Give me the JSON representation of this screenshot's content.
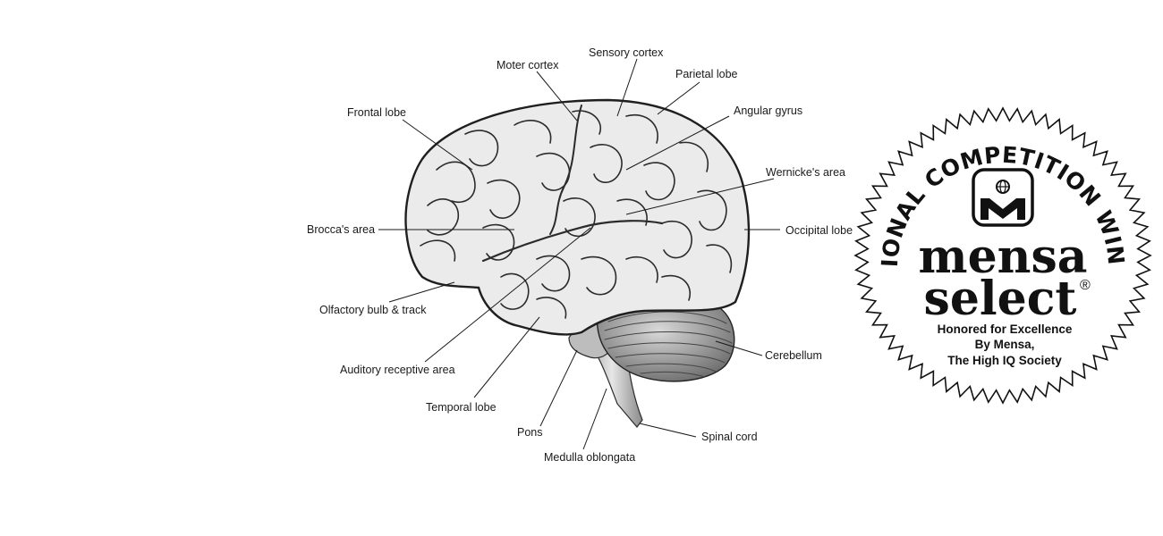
{
  "diagram": {
    "labels": {
      "sensory_cortex": "Sensory cortex",
      "moter_cortex": "Moter cortex",
      "parietal_lobe": "Parietal lobe",
      "frontal_lobe": "Frontal lobe",
      "angular_gyrus": "Angular gyrus",
      "wernickes_area": "Wernicke's area",
      "brocas_area": "Brocca's area",
      "occipital_lobe": "Occipital lobe",
      "olfactory_bulb": "Olfactory bulb & track",
      "cerebellum": "Cerebellum",
      "auditory_area": "Auditory  receptive area",
      "temporal_lobe": "Temporal lobe",
      "pons": "Pons",
      "spinal_cord": "Spinal cord",
      "medulla": "Medulla oblongata"
    }
  },
  "seal": {
    "arc_text": "NATIONAL COMPETITION WINNER",
    "brand_line1": "mensa",
    "brand_line2": "select",
    "registered": "®",
    "honor_lines": [
      "Honored for Excellence",
      "By Mensa,",
      "The High IQ Society"
    ]
  }
}
